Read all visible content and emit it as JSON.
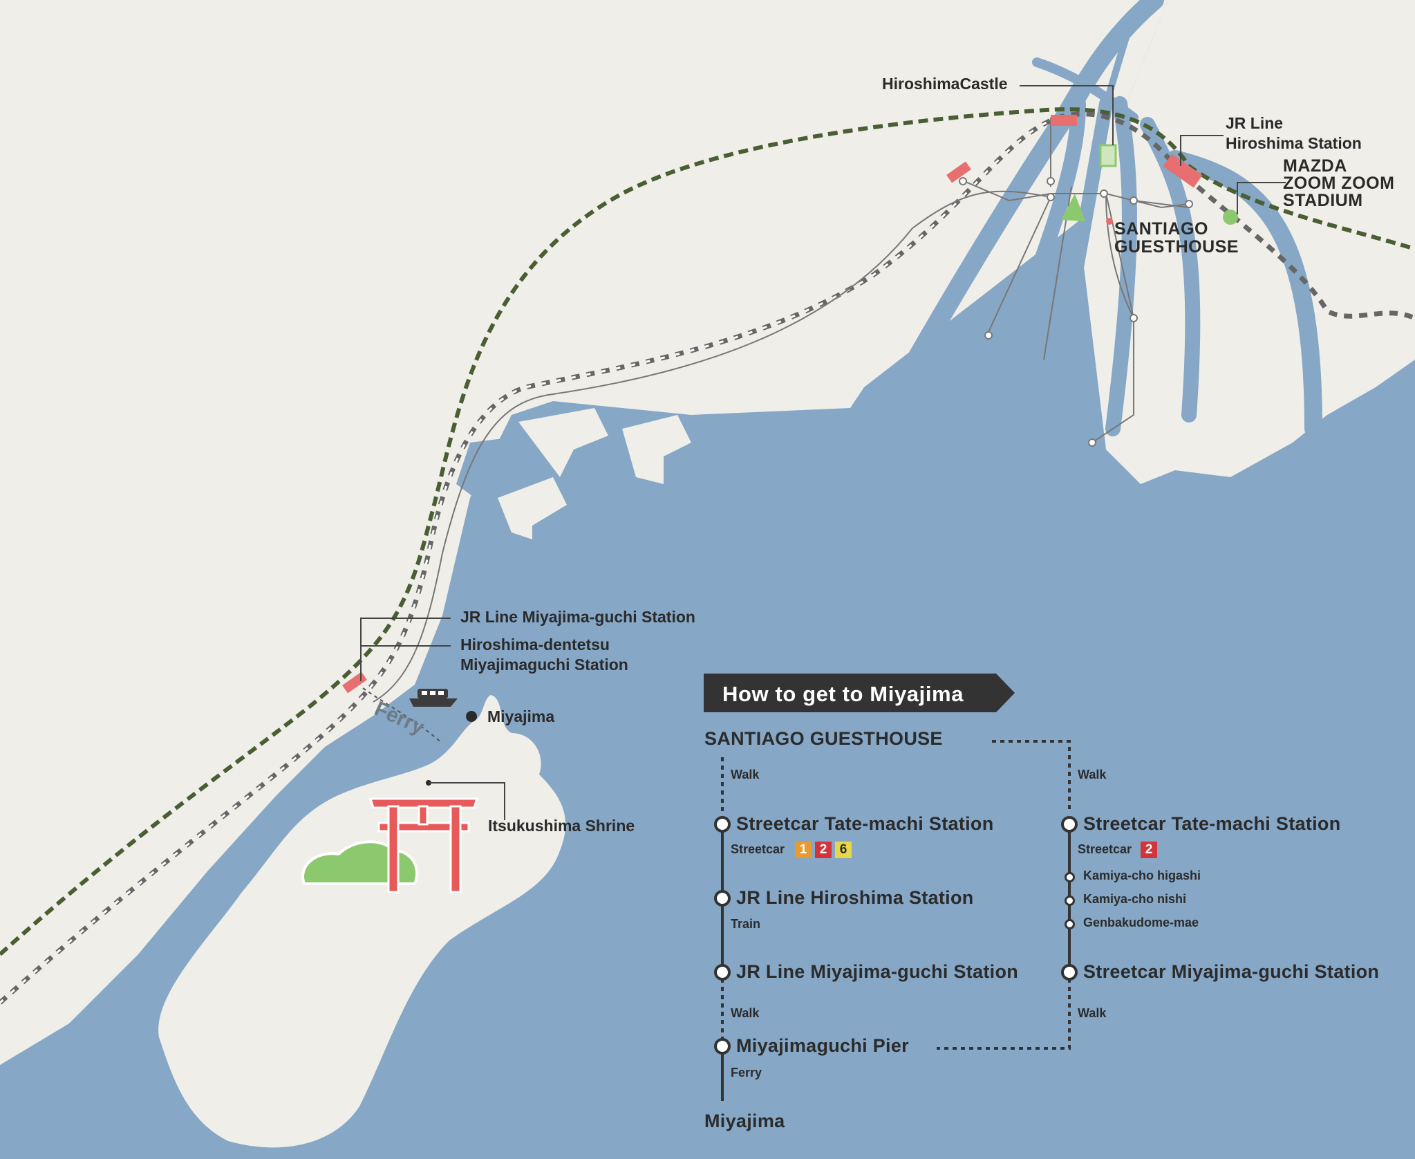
{
  "map": {
    "labels": {
      "hiroshima_castle": "HiroshimaCastle",
      "jr_hiroshima_line1": "JR Line",
      "jr_hiroshima_line2": "Hiroshima Station",
      "mazda_1": "MAZDA",
      "mazda_2": "ZOOM ZOOM",
      "mazda_3": "STADIUM",
      "santiago_1": "SANTIAGO",
      "santiago_2": "GUESTHOUSE",
      "jr_miyajimaguchi": "JR Line Miyajima-guchi Station",
      "dentetsu_1": "Hiroshima-dentetsu",
      "dentetsu_2": "Miyajimaguchi Station",
      "ferry": "Ferry",
      "miyajima": "Miyajima",
      "itsukushima": "Itsukushima Shrine"
    },
    "colors": {
      "sea": "#86a7c6",
      "land": "#f0eee8",
      "river": "#86a7c6",
      "station": "#e76f6f",
      "park": "#8cc96e",
      "torii": "#e85a5a",
      "jr_line": "#4a5e34",
      "dentetsu_line": "#666666"
    },
    "icons": [
      "ferry-boat-icon",
      "torii-gate-icon",
      "station-marker-icon",
      "park-icon"
    ]
  },
  "guide": {
    "title": "How to get to Miyajima",
    "start": "SANTIAGO GUESTHOUSE",
    "end": "Miyajima",
    "left_route": {
      "walk1": "Walk",
      "station1": "Streetcar Tate-machi Station",
      "streetcar_label": "Streetcar",
      "lines": [
        {
          "num": "1",
          "color": "#e89a2c"
        },
        {
          "num": "2",
          "color": "#d5333a"
        },
        {
          "num": "6",
          "color": "#e6d84a"
        }
      ],
      "station2": "JR Line Hiroshima Station",
      "train": "Train",
      "station3": "JR Line Miyajima-guchi Station",
      "walk2": "Walk",
      "pier": "Miyajimaguchi Pier",
      "ferry": "Ferry"
    },
    "right_route": {
      "walk1": "Walk",
      "station1": "Streetcar Tate-machi Station",
      "streetcar_label": "Streetcar",
      "lines": [
        {
          "num": "2",
          "color": "#d5333a"
        }
      ],
      "stop1": "Kamiya-cho higashi",
      "stop2": "Kamiya-cho nishi",
      "stop3": "Genbakudome-mae",
      "station2": "Streetcar Miyajima-guchi Station",
      "walk2": "Walk"
    }
  }
}
